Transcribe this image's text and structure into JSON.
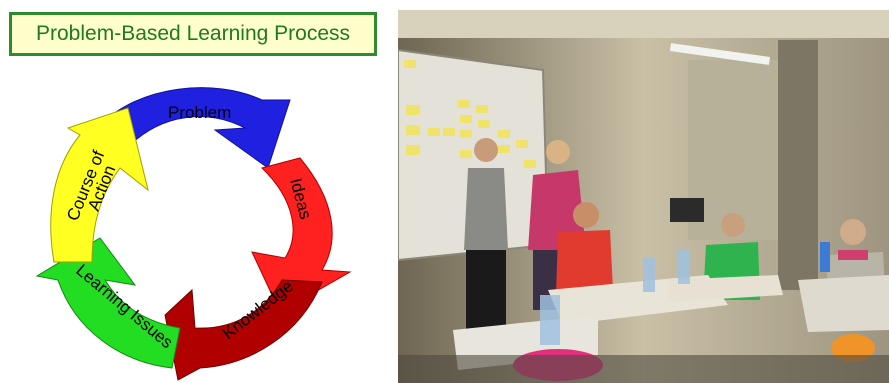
{
  "diagram": {
    "title": "Problem-Based Learning Process",
    "stages": [
      {
        "label": "Problem",
        "color": "#2020e0"
      },
      {
        "label": "Ideas",
        "color": "#ff2020"
      },
      {
        "label": "Knowledge",
        "color": "#b00000"
      },
      {
        "label": "Learning Issues",
        "color": "#22dd22"
      },
      {
        "label_line1": "Course of",
        "label_line2": "Action",
        "color": "#ffff22"
      }
    ]
  },
  "photo": {
    "scene": "classroom-students-group-work"
  }
}
